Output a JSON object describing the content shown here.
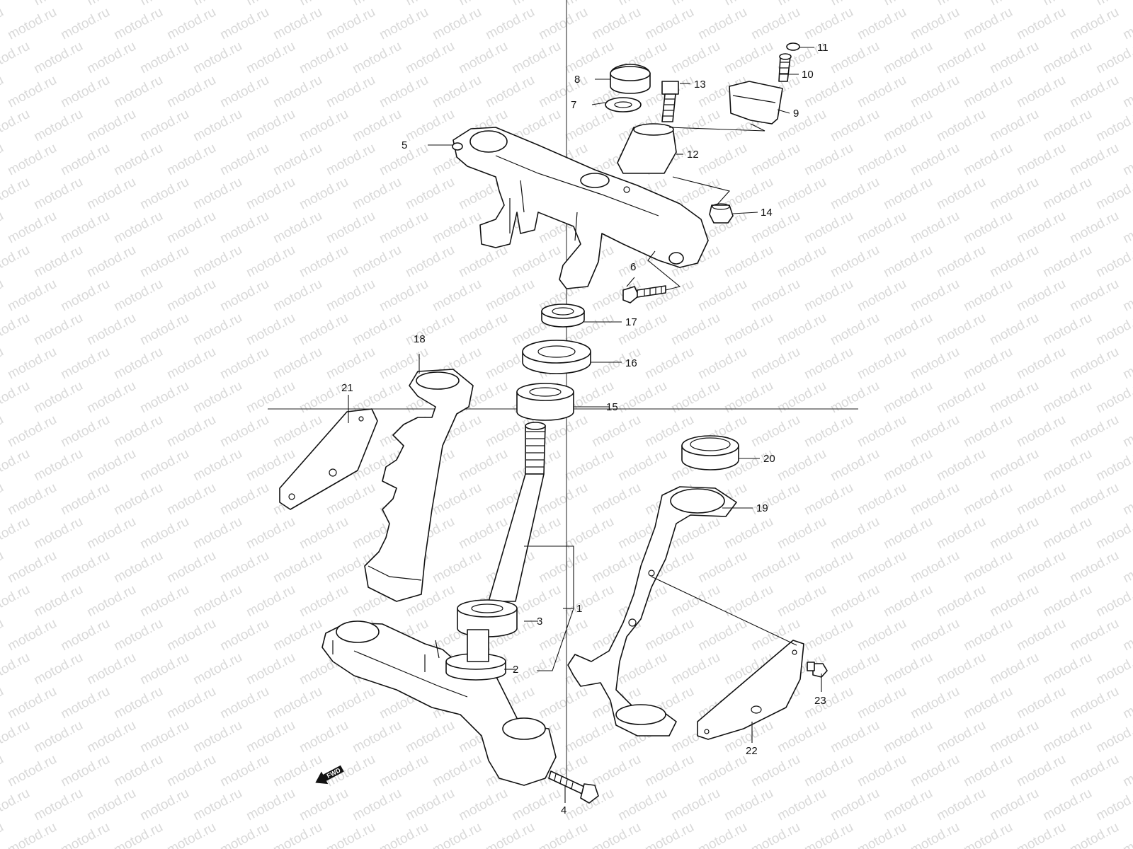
{
  "watermark": "motod.ru",
  "fwd_label": "FWD",
  "callouts": [
    "1",
    "2",
    "3",
    "4",
    "5",
    "6",
    "7",
    "8",
    "9",
    "10",
    "11",
    "12",
    "13",
    "14",
    "15",
    "16",
    "17",
    "18",
    "19",
    "20",
    "21",
    "22",
    "23"
  ],
  "colors": {
    "line": "#111111",
    "watermark": "#d9d9d9",
    "background": "#ffffff"
  }
}
